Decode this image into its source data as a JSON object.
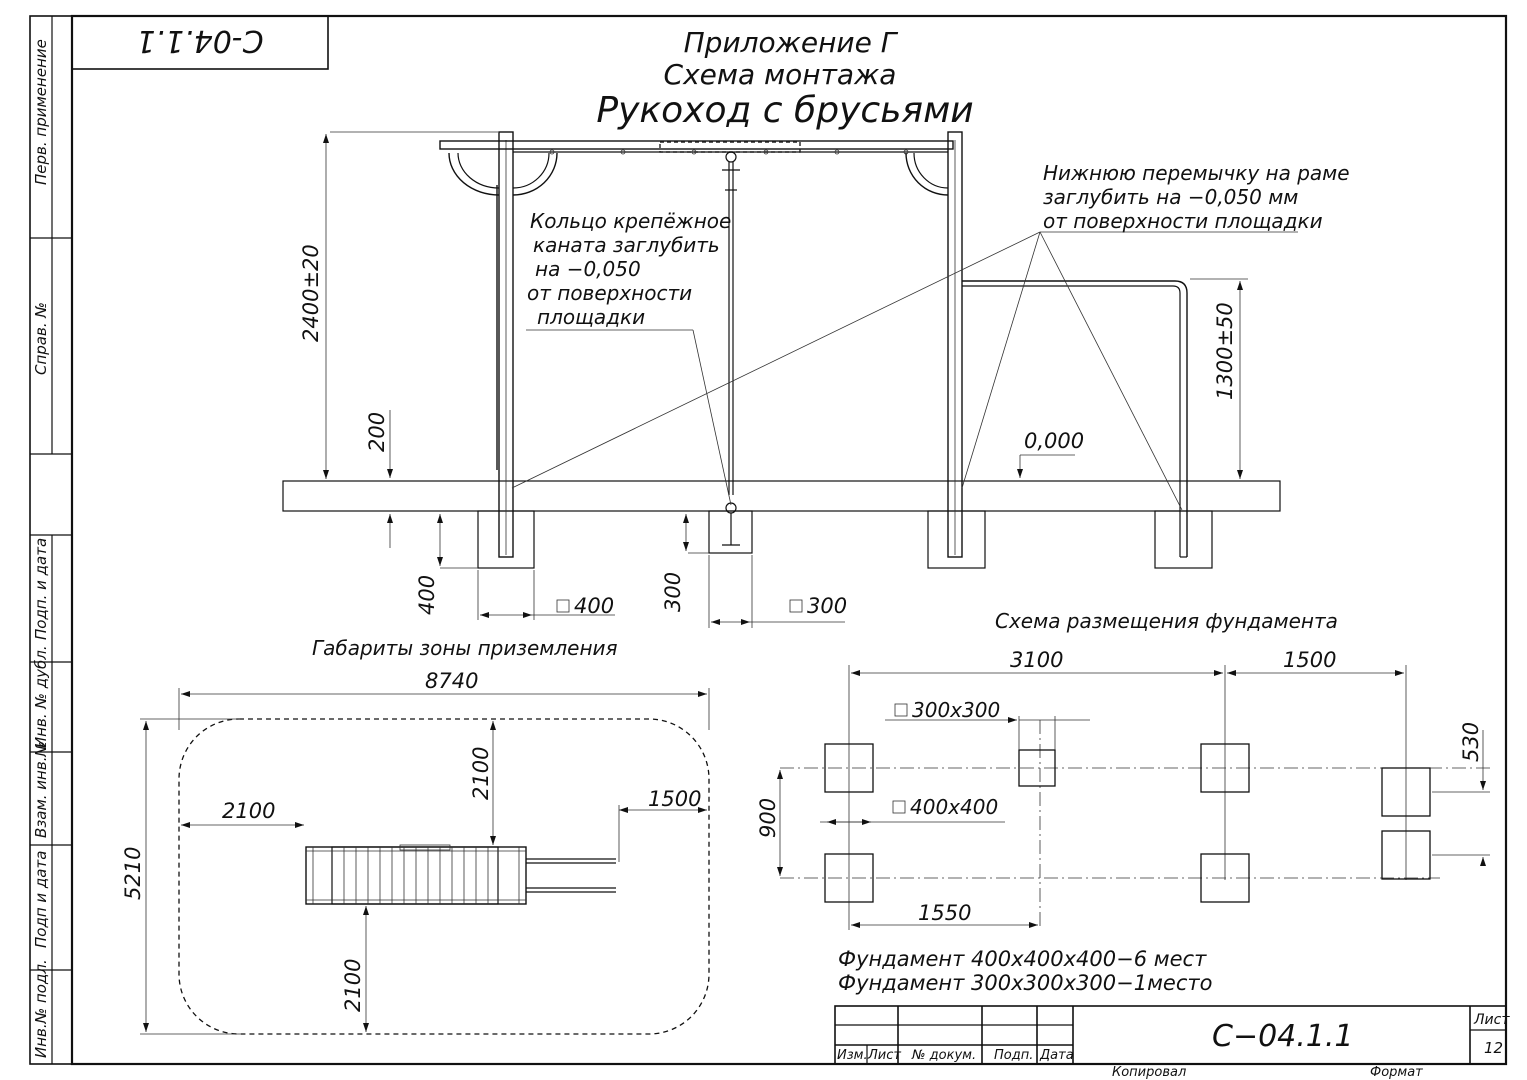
{
  "sheet_code_top": "С-04.1.1",
  "title": {
    "line1": "Приложение Г",
    "line2": "Схема монтажа",
    "line3": "Рукоход с брусьями"
  },
  "side_labels": [
    "Перв. применение",
    "Справ. №",
    "Подп. и дата",
    "Инв. № дубл.",
    "Взам. инв.№",
    "Подп и дата",
    "Инв.№ подл."
  ],
  "notes": {
    "ring": [
      "Кольцо крепёжное",
      "каната заглубить",
      "на −0,050",
      "от поверхности",
      "площадки"
    ],
    "lintel": [
      "Нижнюю перемычку на раме",
      "заглубить на −0,050 мм",
      "от поверхности площадки"
    ]
  },
  "dims": {
    "height_total": "2400±20",
    "height_bars": "1300±50",
    "d200": "200",
    "d400": "400",
    "d300": "300",
    "sq400": "400",
    "sq300": "300",
    "level": "0,000"
  },
  "landing": {
    "title": "Габариты зоны приземления",
    "width": "8740",
    "height": "5210",
    "top": "2100",
    "left": "2100",
    "right": "1500",
    "bottom": "2100"
  },
  "foundation": {
    "title": "Схема размещения фундамента",
    "d3100": "3100",
    "d1500": "1500",
    "d530": "530",
    "d900": "900",
    "d1550": "1550",
    "small_label": "300х300",
    "large_label": "400х400",
    "note1": "Фундамент 400х400х400−6 мест",
    "note2": "Фундамент 300х300х300−1место"
  },
  "stamp": {
    "headers": [
      "Изм.",
      "Лист",
      "№ докум.",
      "Подп.",
      "Дата"
    ],
    "code": "С−04.1.1",
    "sheet_label": "Лист",
    "sheet_no": "12",
    "copied": "Копировал",
    "format": "Формат"
  }
}
